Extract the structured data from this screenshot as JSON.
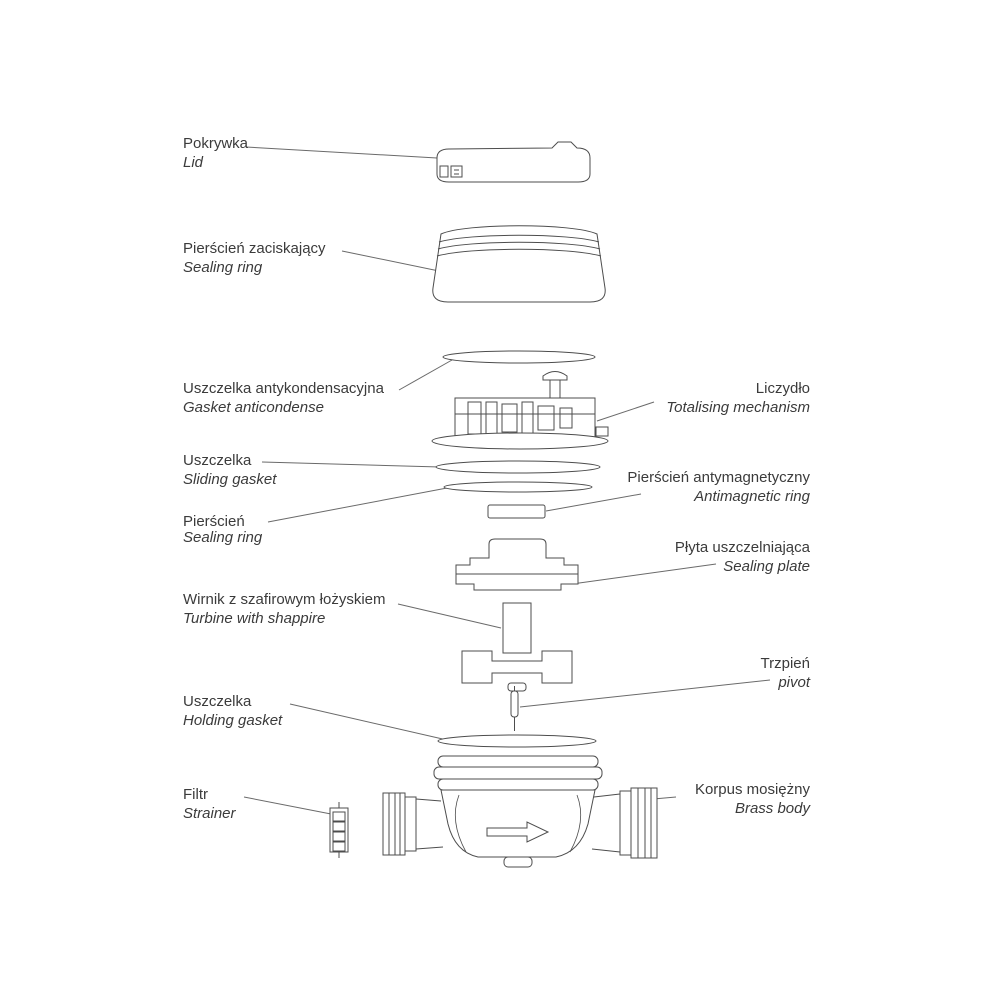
{
  "diagram": {
    "kind": "exploded-view water meter parts diagram",
    "colors": {
      "line": "#4d4d4d",
      "text": "#3b3b3b",
      "background": "#ffffff"
    },
    "labels": {
      "lid": {
        "pl": "Pokrywka",
        "en": "Lid"
      },
      "sealing_ring_top": {
        "pl": "Pierścień zaciskający",
        "en": "Sealing ring"
      },
      "gasket_anticondense": {
        "pl": "Uszczelka antykondensacyjna",
        "en": "Gasket anticondense"
      },
      "sliding_gasket": {
        "pl": "Uszczelka",
        "en": "Sliding gasket"
      },
      "sealing_ring_mid": {
        "pl": "Pierścień",
        "en": "Sealing ring"
      },
      "turbine": {
        "pl": "Wirnik z szafirowym łożyskiem",
        "en": "Turbine with shappire"
      },
      "holding_gasket": {
        "pl": "Uszczelka",
        "en": "Holding gasket"
      },
      "strainer": {
        "pl": "Filtr",
        "en": "Strainer"
      },
      "totalising_mechanism": {
        "pl": "Liczydło",
        "en": "Totalising mechanism"
      },
      "antimagnetic_ring": {
        "pl": "Pierścień antymagnetyczny",
        "en": "Antimagnetic ring"
      },
      "sealing_plate": {
        "pl": "Płyta uszczelniająca",
        "en": "Sealing plate"
      },
      "pivot": {
        "pl": "Trzpień",
        "en": "pivot"
      },
      "brass_body": {
        "pl": "Korpus mosiężny",
        "en": "Brass body"
      }
    }
  }
}
